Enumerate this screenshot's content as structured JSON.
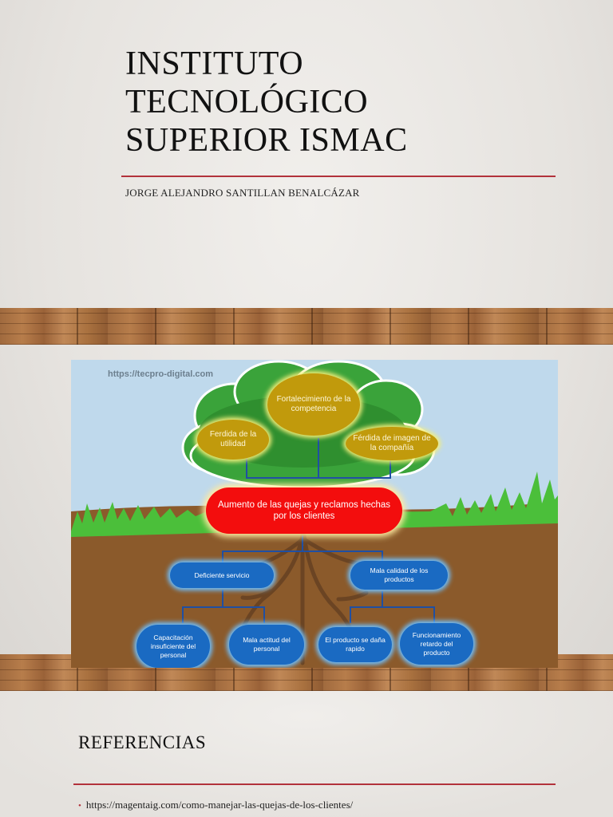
{
  "slide1": {
    "title": "INSTITUTO\nTECNOLÓGICO\nSUPERIOR ISMAC",
    "subtitle": "JORGE ALEJANDRO SANTILLAN BENALCÁZAR"
  },
  "diagram": {
    "watermark": "https://tecpro-digital.com",
    "effects": {
      "top": "Fortalecimiento de la competencia",
      "left": "Ferdida de la utilidad",
      "right": "Férdida de imagen de la compañía"
    },
    "problem": "Aumento de las quejas y reclamos hechas por los clientes",
    "causes": {
      "left": "Deficiente servicio",
      "right": "Mala calidad de los productos"
    },
    "subcauses": [
      "Capacitación insuficiente del personal",
      "Mala actitud del personal",
      "El producto se daña rapido",
      "Funcionamiento retardo del producto"
    ],
    "colors": {
      "effect": "#c19a0c",
      "problem": "#f30d0d",
      "cause": "#1a6ac2",
      "sky": "#bfd9ec",
      "soil": "#8b5a2b",
      "foliage": "#3aa33a",
      "grass": "#4bbf3a"
    }
  },
  "slide2": {
    "heading": "REFERENCIAS",
    "references": [
      "https://magentaig.com/como-manejar-las-quejas-de-los-clientes/"
    ]
  }
}
